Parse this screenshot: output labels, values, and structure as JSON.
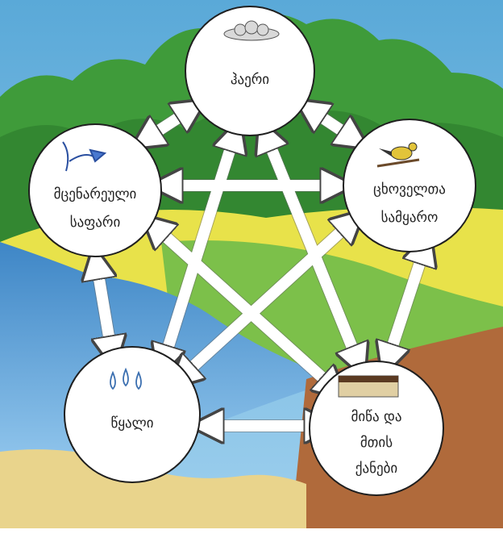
{
  "nodes": {
    "air": {
      "label": "ჰაერი",
      "icon": "cloud-icon"
    },
    "plants": {
      "line1": "მცენარეული",
      "line2": "საფარი",
      "icon": "flower-icon"
    },
    "animals": {
      "line1": "ცხოველთა",
      "line2": "სამყარო",
      "icon": "bird-icon"
    },
    "water": {
      "label": "წყალი",
      "icon": "water-drops-icon"
    },
    "soil": {
      "line1": "მიწა და",
      "line2": "მთის",
      "line3": "ქანები",
      "icon": "soil-layer-icon"
    }
  },
  "colors": {
    "sky": "#5aa9d8",
    "forest": "#3f9b3a",
    "meadow": "#e8e24a",
    "water": "#4f93cf",
    "soil": "#b06a3b",
    "sand": "#e9d48c",
    "arrow": "#ffffff",
    "border": "#1f1f1f"
  }
}
